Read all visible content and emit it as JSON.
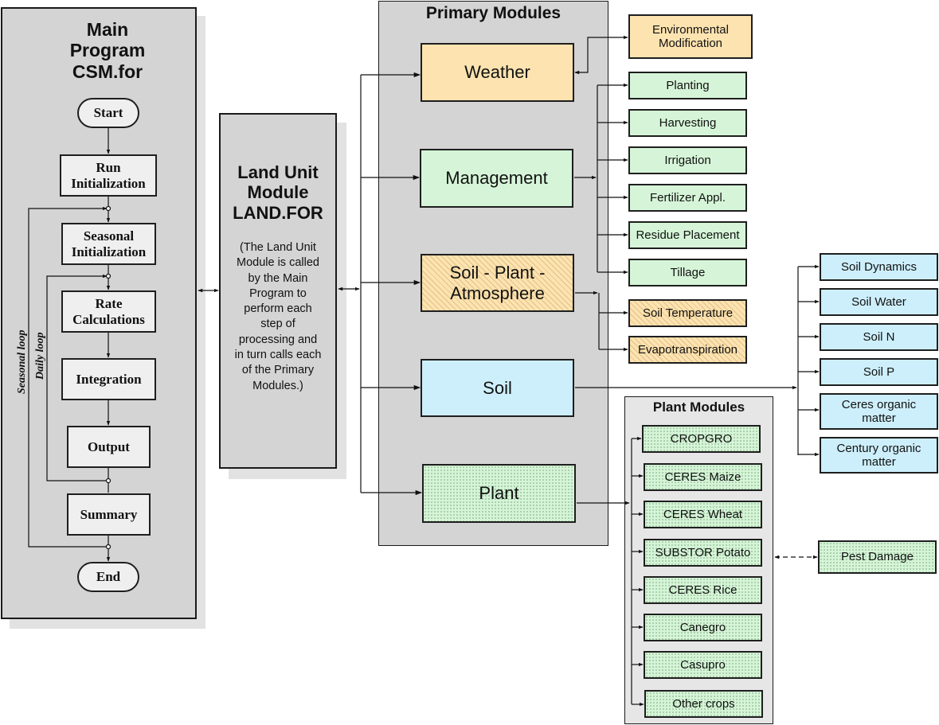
{
  "main_program": {
    "title_lines": [
      "Main",
      "Program",
      "CSM.for"
    ],
    "steps": {
      "start": "Start",
      "run_init": [
        "Run",
        "Initialization"
      ],
      "seasonal_init": [
        "Seasonal",
        "Initialization"
      ],
      "rate_calc": [
        "Rate",
        "Calculations"
      ],
      "integration": "Integration",
      "output": "Output",
      "summary": "Summary",
      "end": "End"
    },
    "loops": {
      "seasonal": "Seasonal loop",
      "daily": "Daily loop"
    }
  },
  "land_unit": {
    "title_lines": [
      "Land Unit",
      "Module",
      "LAND.FOR"
    ],
    "description": "(The Land Unit Module is called by the Main Program to perform each step of processing and in turn calls each of the Primary Modules.)"
  },
  "primary_modules": {
    "title": "Primary Modules",
    "items": [
      {
        "label": "Weather",
        "style": "orange"
      },
      {
        "label": "Management",
        "style": "green"
      },
      {
        "label": "Soil - Plant - Atmosphere",
        "style": "orange-hatched"
      },
      {
        "label": "Soil",
        "style": "blue"
      },
      {
        "label": "Plant",
        "style": "green-dotted"
      }
    ]
  },
  "weather_sub": {
    "env_mod": "Environmental Modification"
  },
  "management_sub": [
    "Planting",
    "Harvesting",
    "Irrigation",
    "Fertilizer Appl.",
    "Residue Placement",
    "Tillage"
  ],
  "spa_sub": [
    "Soil Temperature",
    "Evapotranspiration"
  ],
  "soil_sub": [
    "Soil Dynamics",
    "Soil Water",
    "Soil N",
    "Soil P",
    "Ceres organic matter",
    "Century organic matter"
  ],
  "plant_modules": {
    "title": "Plant Modules",
    "items": [
      "CROPGRO",
      "CERES Maize",
      "CERES Wheat",
      "SUBSTOR Potato",
      "CERES Rice",
      "Canegro",
      "Casupro",
      "Other crops"
    ]
  },
  "pest_damage": "Pest Damage",
  "colors": {
    "orange": "#fde3b0",
    "green": "#d6f5d8",
    "blue": "#cdeffb",
    "panel_gray": "#d4d4d4"
  }
}
